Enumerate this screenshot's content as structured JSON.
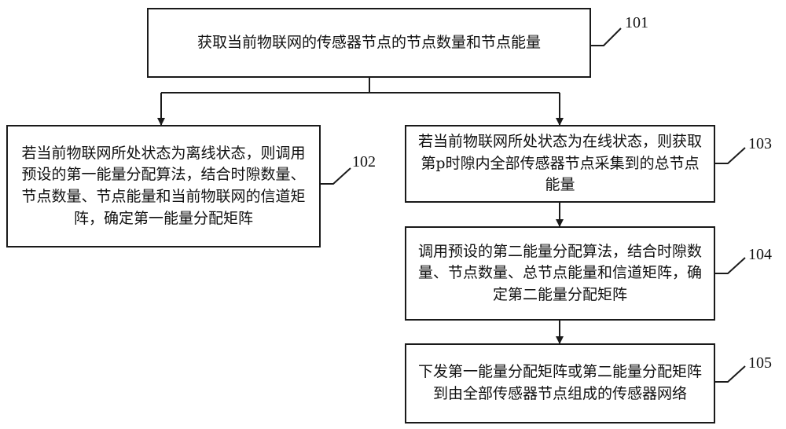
{
  "steps": [
    {
      "id": "101",
      "text": "获取当前物联网的传感器节点的节点数量和节点能量",
      "ref": "101"
    },
    {
      "id": "102",
      "text": "若当前物联网所处状态为离线状态，则调用预设的第一能量分配算法，结合时隙数量、节点数量、节点能量和当前物联网的信道矩阵，确定第一能量分配矩阵",
      "ref": "102"
    },
    {
      "id": "103",
      "text": "若当前物联网所处状态为在线状态，则获取第p时隙内全部传感器节点采集到的总节点能量",
      "ref": "103"
    },
    {
      "id": "104",
      "text": "调用预设的第二能量分配算法，结合时隙数量、节点数量、总节点能量和信道矩阵，确定第二能量分配矩阵",
      "ref": "104"
    },
    {
      "id": "105",
      "text": "下发第一能量分配矩阵或第二能量分配矩阵到由全部传感器节点组成的传感器网络",
      "ref": "105"
    }
  ]
}
